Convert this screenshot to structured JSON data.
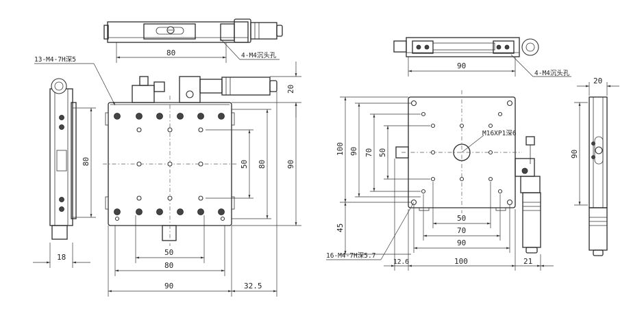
{
  "colors": {
    "line": "#2a2a2a",
    "background": "#ffffff"
  },
  "left_drawing": {
    "top_view": {
      "dim_80": "80",
      "callout": "4-M4沉头孔"
    },
    "callout_holes": "13-M4-7H深5",
    "side_view": {
      "dim_80": "80",
      "dim_18": "18"
    },
    "plan_view": {
      "dim_20": "20",
      "dim_50_v": "50",
      "dim_80_v": "80",
      "dim_90_v": "90",
      "dim_50_h": "50",
      "dim_80_h": "80",
      "dim_90_h": "90",
      "dim_32_5": "32.5"
    }
  },
  "right_drawing": {
    "top_view": {
      "dim_90": "90",
      "callout": "4-M4沉头孔"
    },
    "side_view": {
      "dim_20": "20",
      "dim_90": "90"
    },
    "plan_view": {
      "center_hole": "M16XP1深6",
      "dim_100_v": "100",
      "dim_90_v": "90",
      "dim_70_v": "70",
      "dim_50_v": "50",
      "dim_45": "45",
      "dim_50_h": "50",
      "dim_70_h": "70",
      "dim_90_h": "90",
      "dim_12_6": "12.6",
      "dim_100_h": "100",
      "dim_21": "21",
      "callout_holes": "16-M4-7H深5.7"
    }
  }
}
